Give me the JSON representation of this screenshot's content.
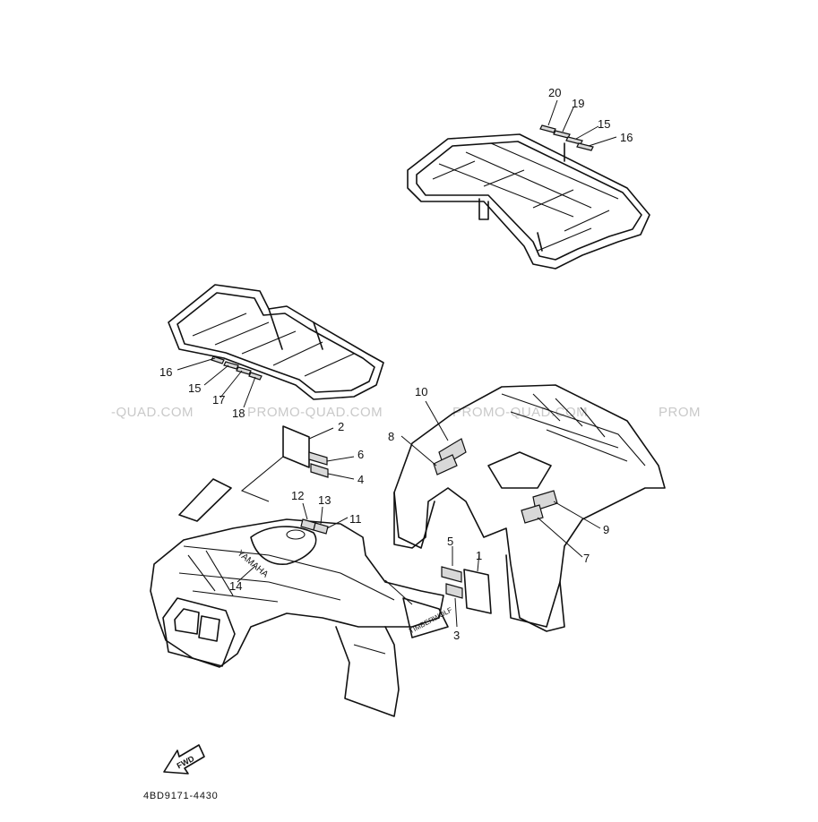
{
  "diagram": {
    "part_number": "4BD9171-4430",
    "fwd_label": "FWD",
    "yamaha_label": "YAMAHA",
    "timberwolf_label": "TIMBERWOLF",
    "watermarks": [
      "-QUAD.COM",
      "PROMO-QUAD.COM",
      "PROMO-QUAD.COM",
      "PROM"
    ],
    "callouts": {
      "c20": "20",
      "c19": "19",
      "c15a": "15",
      "c16a": "16",
      "c16b": "16",
      "c15b": "15",
      "c17": "17",
      "c18": "18",
      "c10": "10",
      "c8": "8",
      "c2": "2",
      "c6": "6",
      "c4": "4",
      "c12": "12",
      "c13": "13",
      "c11": "11",
      "c9": "9",
      "c7": "7",
      "c5": "5",
      "c1": "1",
      "c14": "14",
      "c3": "3"
    }
  }
}
